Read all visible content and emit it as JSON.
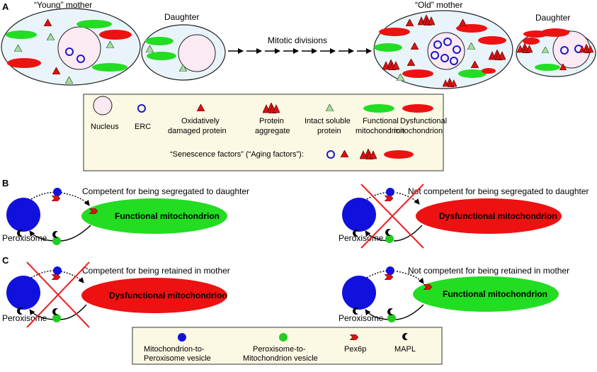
{
  "colors": {
    "nucleus_fill": "#fbe9f3",
    "erc": "#1a1acc",
    "damaged_protein": "#dd1111",
    "intact_protein": "#a9dca0",
    "functional_mito": "#22dd22",
    "dysfunctional_mito": "#ee1111",
    "cell_fill": "#e8f4f9",
    "legend_bg": "#fbf8e3",
    "mtp_vesicle": "#1111dd",
    "ptm_vesicle": "#22cc22",
    "pex6p": "#dd1111",
    "mapl": "#000000",
    "cross": "#ee2222"
  },
  "panel_a": {
    "letter": "A",
    "young_mother": "“Young” mother",
    "daughter_left": "Daughter",
    "mitotic_divisions": "Mitotic divisions",
    "old_mother": "“Old” mother",
    "daughter_right": "Daughter",
    "legend": {
      "nucleus": "Nucleus",
      "erc": "ERC",
      "oxidatively_damaged_line1": "Oxidatively",
      "oxidatively_damaged_line2": "damaged protein",
      "protein_aggregate_line1": "Protein",
      "protein_aggregate_line2": "aggregate",
      "intact_soluble_line1": "Intact soluble",
      "intact_soluble_line2": "protein",
      "functional_mito_line1": "Functional",
      "functional_mito_line2": "mitochondrion",
      "dysfunctional_mito_line1": "Dysfunctional",
      "dysfunctional_mito_line2": "mitochondrion",
      "senescence_factors": "“Senescence factors” (“Aging factors”):"
    }
  },
  "panel_b": {
    "letter": "B",
    "left": {
      "caption": "Competent for being segregated to daughter",
      "mito_label": "Functional mitochondrion",
      "peroxisome": "Peroxisome"
    },
    "right": {
      "caption": "Not competent for being segregated to daughter",
      "mito_label": "Dysfunctional mitochondrion",
      "peroxisome": "Peroxisome"
    }
  },
  "panel_c": {
    "letter": "C",
    "left": {
      "caption": "Competent for being retained in mother",
      "mito_label": "Dysfunctional mitochondrion",
      "peroxisome": "Peroxisome"
    },
    "right": {
      "caption": "Not competent for being retained in mother",
      "mito_label": "Functional mitochondrion",
      "peroxisome": "Peroxisome"
    },
    "legend": {
      "mtp_line1": "Mitochondrion-to-",
      "mtp_line2": "Peroxisome vesicle",
      "ptm_line1": "Peroxisome-to-",
      "ptm_line2": "Mitochondrion vesicle",
      "pex6p": "Pex6p",
      "mapl": "MAPL"
    }
  }
}
